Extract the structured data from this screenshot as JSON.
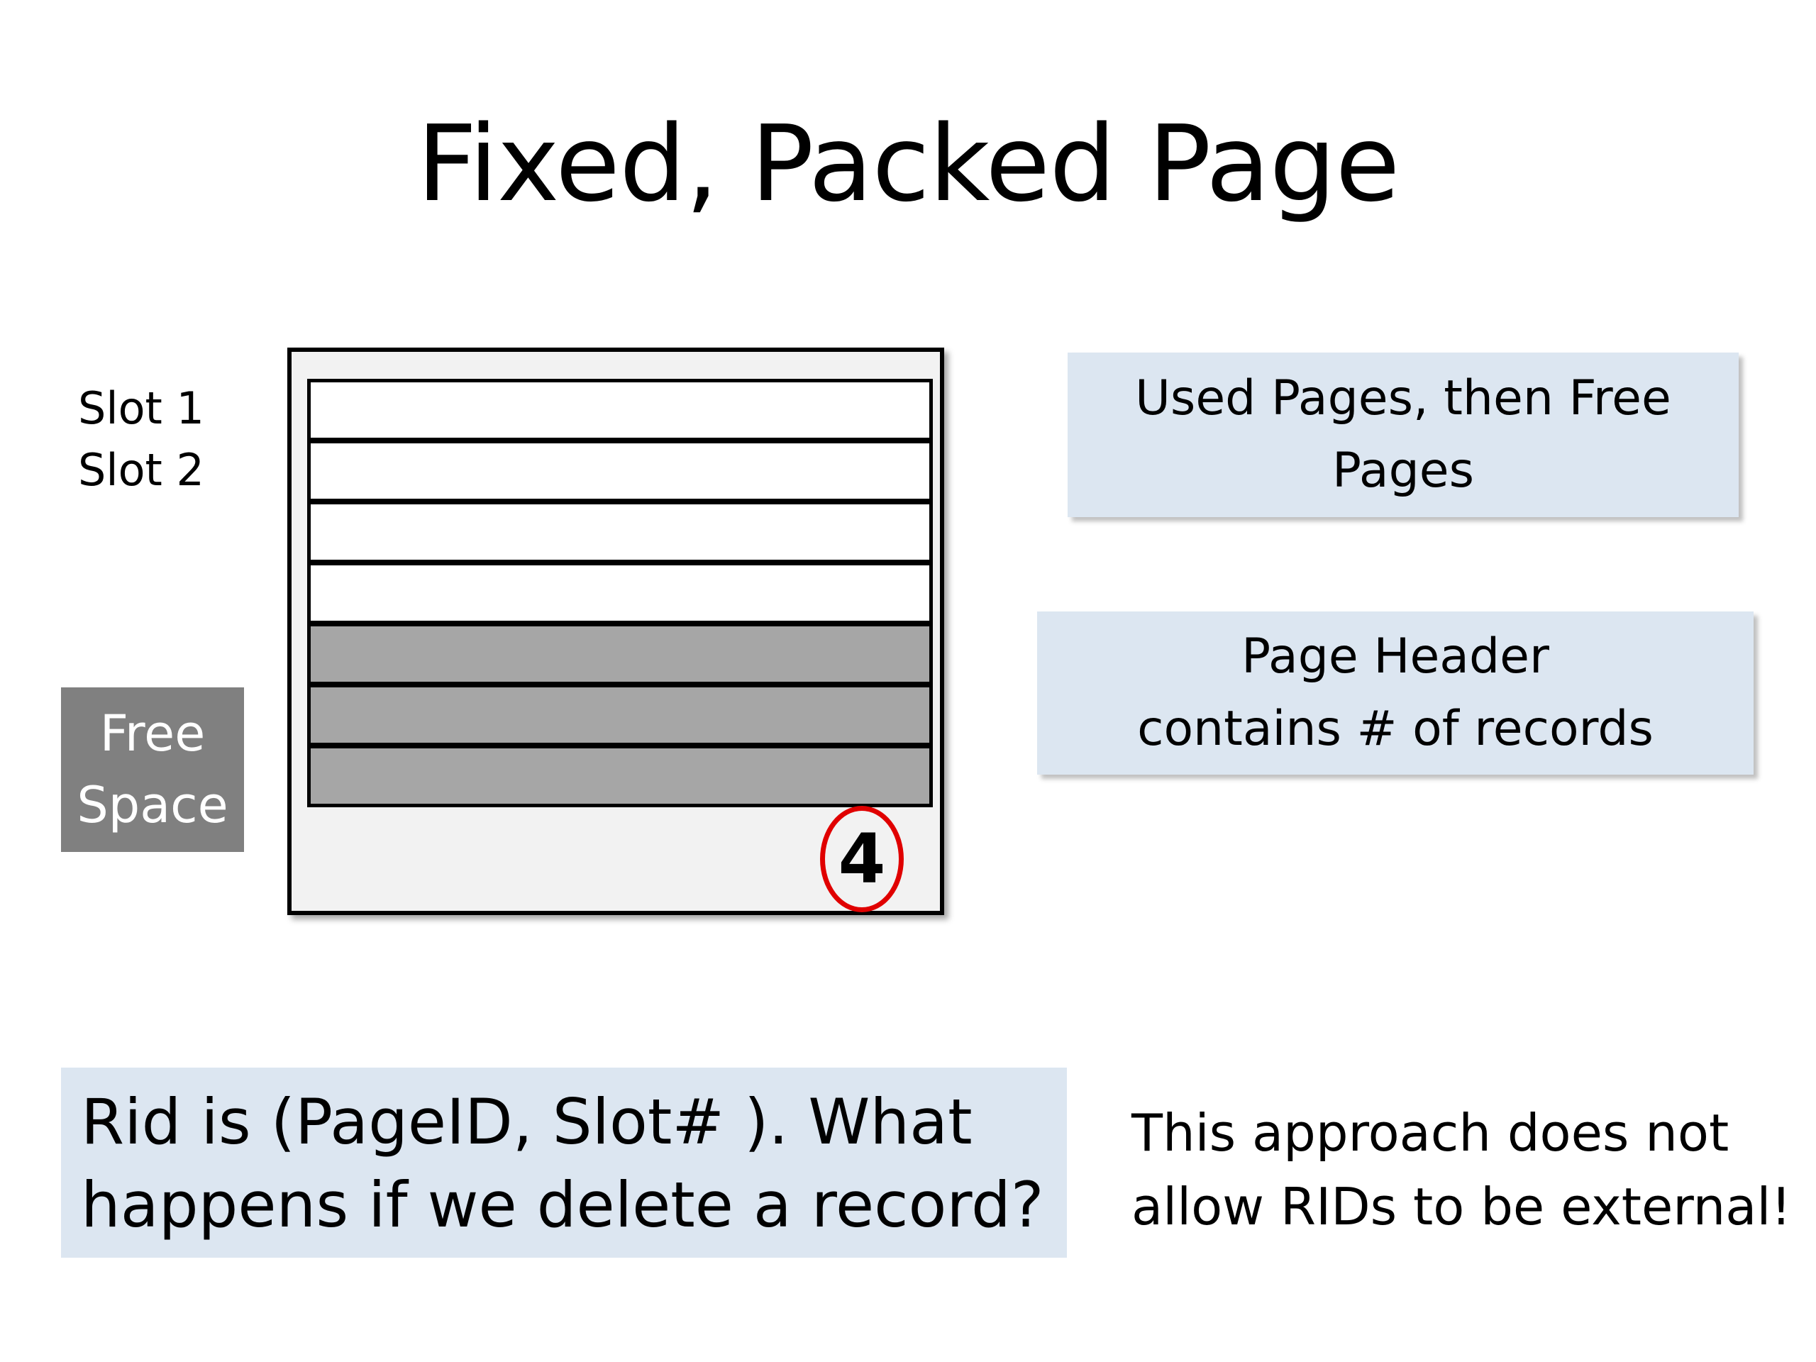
{
  "title": "Fixed, Packed Page",
  "slot_labels": [
    "Slot 1",
    "Slot 2"
  ],
  "free_space": {
    "line1": "Free",
    "line2": "Space"
  },
  "page": {
    "used_slots": 4,
    "free_slots": 3,
    "header_count": "4",
    "colors": {
      "used": "#ffffff",
      "free": "#a6a6a6",
      "circle": "#e00000"
    }
  },
  "callouts": {
    "used_then_free": {
      "line1": "Used Pages, then Free",
      "line2": "Pages"
    },
    "page_header": {
      "line1": "Page Header",
      "line2": "contains # of records"
    }
  },
  "question": {
    "line1": "Rid is (PageID, Slot# ). What",
    "line2": "happens if we delete a record?"
  },
  "note": {
    "line1": "This approach does not",
    "line2": "allow RIDs to be external!"
  }
}
